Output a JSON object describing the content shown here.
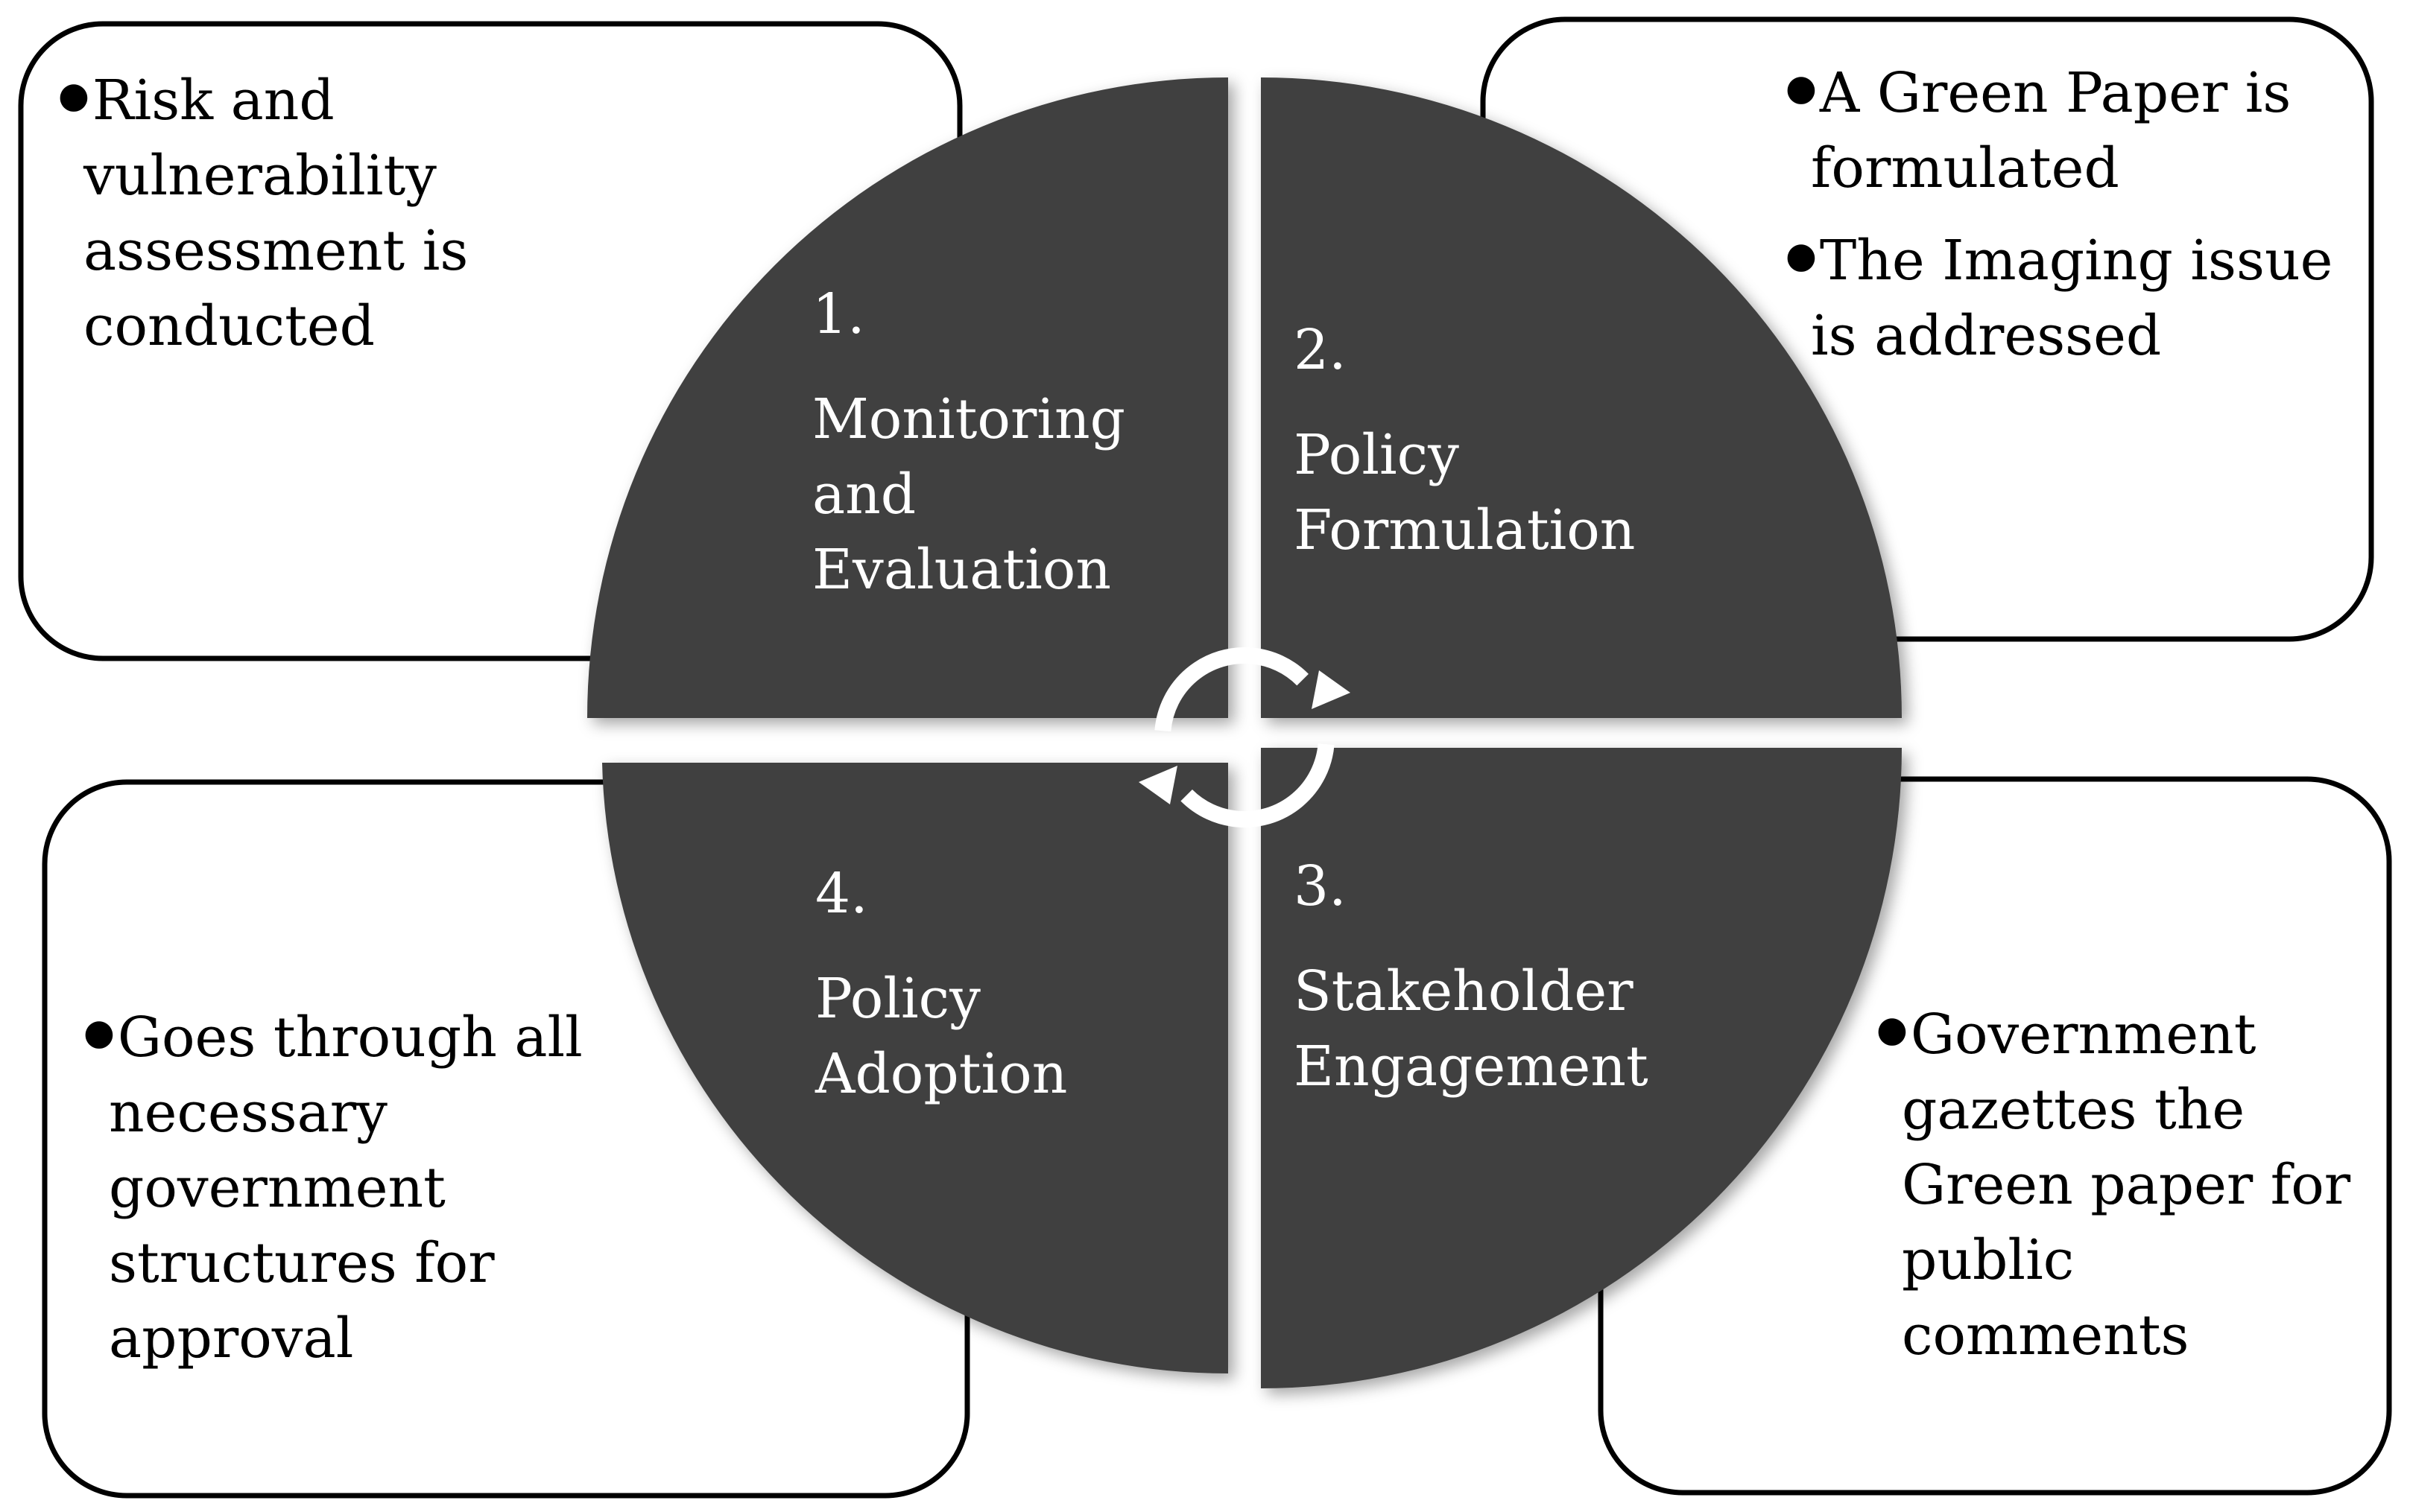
{
  "colors": {
    "segment": "#404040",
    "box_border": "#000000",
    "box_fill": "#ffffff",
    "text_on_segment": "#ffffff",
    "arrow": "#ffffff"
  },
  "segments": [
    {
      "number": "1.",
      "title_lines": [
        "Monitoring",
        "and",
        "Evaluation"
      ]
    },
    {
      "number": "2.",
      "title_lines": [
        "Policy",
        "Formulation"
      ]
    },
    {
      "number": "3.",
      "title_lines": [
        "Stakeholder",
        "Engagement"
      ]
    },
    {
      "number": "4.",
      "title_lines": [
        "Policy",
        "Adoption"
      ]
    }
  ],
  "boxes": {
    "top_left": {
      "items": [
        {
          "lines": [
            "Risk and",
            "vulnerability",
            "assessment is",
            "conducted"
          ]
        }
      ]
    },
    "top_right": {
      "items": [
        {
          "lines": [
            "A Green Paper is",
            "formulated"
          ]
        },
        {
          "lines": [
            "The Imaging issue",
            "is addressed"
          ]
        }
      ]
    },
    "bottom_left": {
      "items": [
        {
          "lines": [
            "Goes through all",
            "necessary",
            "government",
            "structures for",
            "approval"
          ]
        }
      ]
    },
    "bottom_right": {
      "items": [
        {
          "lines": [
            "Government",
            "gazettes the",
            "Green paper for",
            "public",
            "comments"
          ]
        }
      ]
    }
  },
  "icons": {
    "center_cycle": "circular-arrows-icon"
  }
}
